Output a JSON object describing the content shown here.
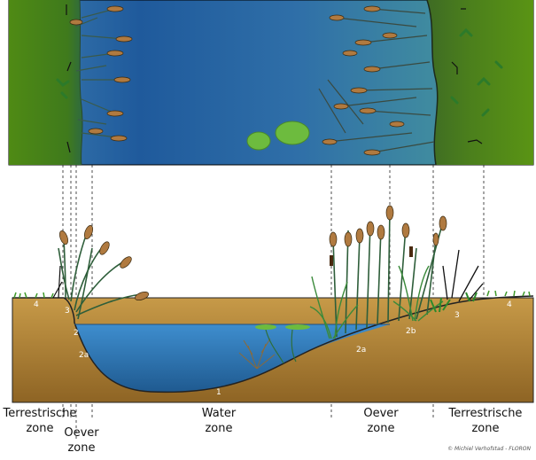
{
  "diagram": {
    "numbers": {
      "n1": "1",
      "n2a_left": "2a",
      "n2a_right": "2a",
      "n2b": "2b",
      "n3_left": "3",
      "n3_right": "3",
      "n4_left": "4",
      "n4_right": "4",
      "n2": "2"
    },
    "zones": {
      "terrestrial_left": {
        "line1": "Terrestrische",
        "line2": "zone"
      },
      "bank_left": {
        "line1": "Oever",
        "line2": "zone"
      },
      "water": {
        "line1": "Water",
        "line2": "zone"
      },
      "bank_right": {
        "line1": "Oever",
        "line2": "zone"
      },
      "terrestrial_right": {
        "line1": "Terrestrische",
        "line2": "zone"
      }
    },
    "credit": "© Michiel Verhofstad - FLORON",
    "colors": {
      "land_green": "#4f8a1a",
      "water_blue": "#2f6fa5",
      "soil": "#b98a3a",
      "reed": "#2e5e3a"
    }
  }
}
